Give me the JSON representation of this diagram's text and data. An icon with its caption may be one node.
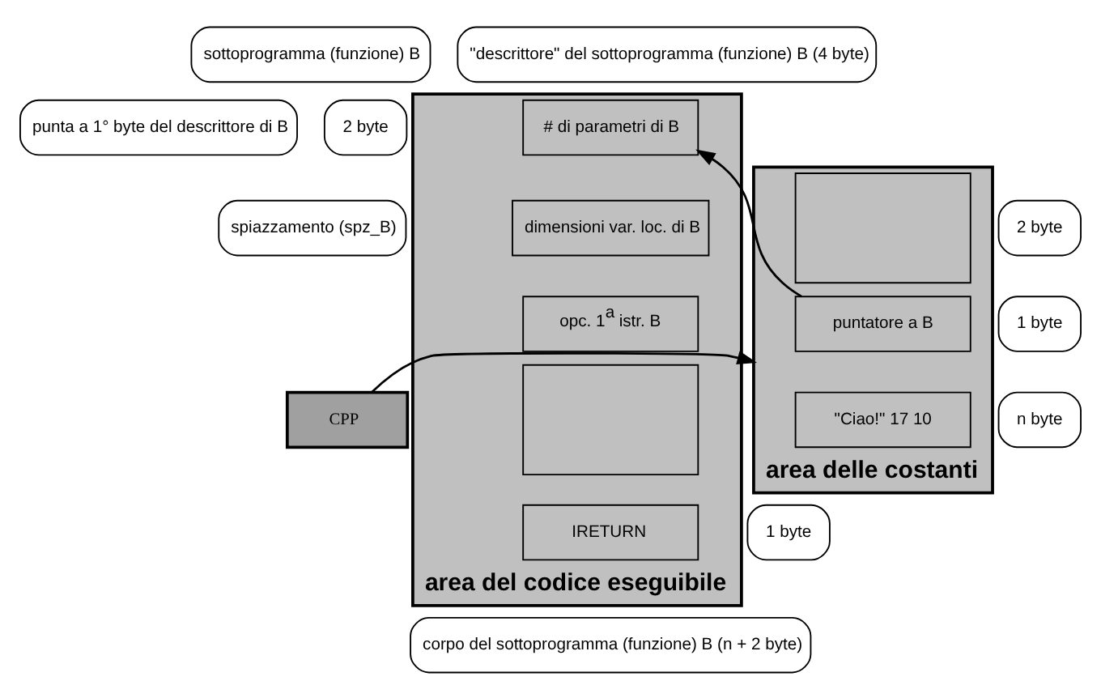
{
  "diagram": {
    "nodes": [
      {
        "text": [
          "sottoprogramma (funzione) B"
        ]
      },
      {
        "text": [
          "\"descrittore\" del sottoprogramma (funzione) B (4 byte)"
        ]
      },
      {
        "text": [
          "punta a 1° byte del descrittore di B"
        ]
      },
      {
        "text": [
          "spiazzamento (spz_B)"
        ]
      },
      {
        "text": [
          "area delle costanti"
        ]
      },
      {
        "text": [],
        "shape": "box",
        "in": 4
      },
      {
        "text": [
          "puntatore a B"
        ],
        "in": 4
      },
      {
        "text": [
          "\"Ciao!\" 17 10"
        ],
        "in": 4
      },
      {
        "text": [
          "area del codice eseguibile"
        ]
      },
      {
        "text": [
          "# di parametri di B"
        ],
        "in": 8
      },
      {
        "text": [
          "dimensioni var. loc. di B"
        ],
        "in": 8
      },
      {
        "text": [
          "opc. 1$^{a}$ istr. B"
        ],
        "in": 8
      },
      {
        "text": [],
        "shape": "box",
        "in": 8
      },
      {
        "text": [
          "IRETURN"
        ],
        "in": 8
      },
      {
        "text": [
          "CPP"
        ]
      },
      {
        "text": [
          "2 byte"
        ]
      },
      {
        "text": [
          "2 byte"
        ]
      },
      {
        "text": [
          "1 byte"
        ]
      },
      {
        "text": [
          "n byte"
        ]
      },
      {
        "text": [
          "1 byte"
        ]
      },
      {
        "text": [
          "corpo del sottoprogramma (funzione) B (n + 2 byte)"
        ]
      }
    ],
    "edges": [
      {
        "from": 14,
        "to": 4,
        "arrow": "to"
      },
      {
        "from": 6,
        "to": 9,
        "arrow": "to"
      }
    ]
  }
}
